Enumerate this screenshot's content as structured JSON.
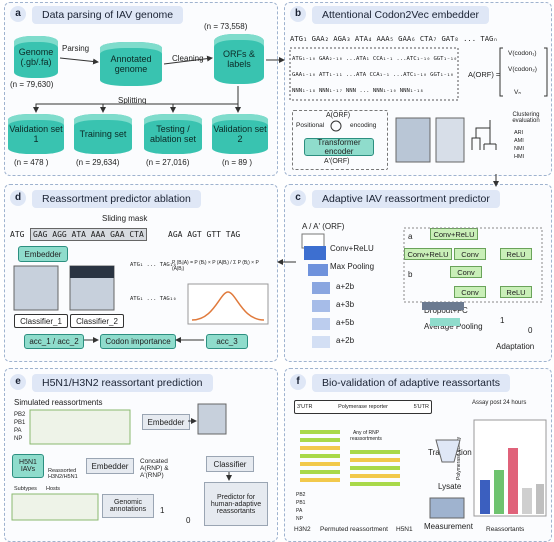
{
  "panels": {
    "a": {
      "letter": "a",
      "title": "Data parsing of IAV genome"
    },
    "b": {
      "letter": "b",
      "title": "Attentional Codon2Vec embedder"
    },
    "c": {
      "letter": "c",
      "title": "Adaptive IAV reassortment predictor"
    },
    "d": {
      "letter": "d",
      "title": "Reassortment predictor ablation"
    },
    "e": {
      "letter": "e",
      "title": "H5N1/H3N2 reassortant prediction"
    },
    "f": {
      "letter": "f",
      "title": "Bio-validation of adaptive reassortants"
    }
  },
  "a": {
    "genome": "Genome\n(.gb/.fa)",
    "genome_n": "(n = 79,630)",
    "parsing": "Parsing",
    "annotated": "Annotated genome",
    "cleaning": "Cleaning",
    "orfs": "ORFs & labels",
    "orfs_n": "(n = 73,558)",
    "splitting": "Splitting",
    "val1": "Validation set 1",
    "val1_n": "(n = 478 )",
    "train": "Training set",
    "train_n": "(n = 29,634)",
    "test": "Testing / ablation set",
    "test_n": "(n = 27,016)",
    "val2": "Validation set 2",
    "val2_n": "(n = 89 )"
  },
  "b": {
    "codons_top": "ATG₁ GAA₂ AGA₃ ATA₄ AAA₅ GAA₆ CTA₇ GAT₈ ... TAGₙ",
    "row1": "ATG₁₋₁₀ GAA₂₋₁₀ ...ATA₁ CCA₁₋₁ ...ATC₁₋₁₀ GGT₁₋₁₀",
    "row2": "GAA₁₋₁₀ ATT₁₋₁₁ ...ATA CCA₁₋₁ ...ATC₁₋₁₀ GGT₁₋₁₀",
    "row3": "NNN₁₋₁₈ NNN₁₋₁₇ NNN ... NNN₁₋₁₀ NNN₁₋₁₈",
    "aorf": "A(ORF) =",
    "v1": "V(codon₁)",
    "v2": "V(codon₂)",
    "vn": "Vₙ",
    "aorf2": "A(ORF)",
    "positional": "Positional",
    "encoding": "encoding",
    "transformer": "Transformer encoder",
    "aorf_prime": "A'(ORF)",
    "cluster": "Clustering evaluation",
    "metrics": [
      "ARI",
      "AMI",
      "NMI",
      "HMI"
    ]
  },
  "c": {
    "input": "A / A' (ORF)",
    "conv_relu": "Conv+ReLU",
    "maxpool": "Max Pooling",
    "layers": [
      "a+2b",
      "a+3b",
      "a+5b",
      "a+2b"
    ],
    "dropout": "Dropout+FC",
    "avgpool": "Average Pooling",
    "adaptation": "Adaptation",
    "a_label": "a",
    "b_label": "b",
    "block_convrelu": "Conv+ReLU",
    "block_conv": "Conv",
    "block_relu": "ReLU",
    "block_convrelu2": "Conv+ReLU",
    "block_conv2": "Conv",
    "block_relu2": "ReLU",
    "block_conv3": "Conv",
    "zero": "0",
    "one": "1"
  },
  "d": {
    "sliding": "Sliding mask",
    "seq_left": "ATG",
    "seq_mask": "GAG AGG ATA AAA GAA CTA",
    "seq_right": "AGA AGT GTT TAG",
    "embedder": "Embedder",
    "clf1": "Classifier_1",
    "clf2": "Classifier_2",
    "acc12": "acc_1 / acc_2",
    "codon_imp": "Codon importance",
    "acc3": "acc_3",
    "bayes": "P (Bᵢ|A) = P (Bᵢ) × P (A|Bᵢ) / Σ P (Bⱼ) × P (A|Bⱼ)",
    "seqA": "ATG₁ ... TAG₁₀",
    "seqB": "ATG₁ ... TAG₁₀"
  },
  "e": {
    "sim": "Simulated reassortments",
    "segments": [
      "PB2",
      "PB1",
      "PA",
      "NP"
    ],
    "embedder": "Embedder",
    "h5n1": "H5N1 IAVs",
    "embedder2": "Embedder",
    "reassorted": "Reassorted H3N2/H5N1",
    "concated": "Concated A(RNP) & A'(RNP)",
    "classifier": "Classifier",
    "predictor": "Predictor for human-adaptive reassortants",
    "subtypes": "Subtypes",
    "hosts": "Hosts",
    "genomic": "Genomic annotations",
    "one": "1",
    "zero": "0"
  },
  "f": {
    "utr5": "3'UTR",
    "polymerase": "Polymerase reporter",
    "utr3": "5'UTR",
    "assay": "Assay post 24 hours",
    "any": "Any of RNP reassortments",
    "transfection": "Transfection",
    "lysate": "Lysate",
    "measurement": "Measurement",
    "segments": [
      "PB2",
      "PB1",
      "PA",
      "NP"
    ],
    "h3n2": "H3N2",
    "permuted": "Permuted reassortment",
    "h5n1": "H5N1",
    "reassortants": "Reassortants",
    "ylabel": "Polymerase activity"
  },
  "colors": {
    "teal": "#39c3b0",
    "panel_bg": "#dfe7f6",
    "blue_layer": "#3d6fd0"
  }
}
